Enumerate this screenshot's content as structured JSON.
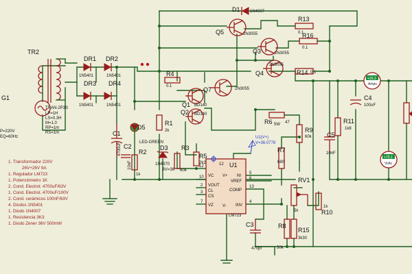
{
  "components": {
    "d1": {
      "ref": "D1",
      "value": "1N4007"
    },
    "r13": {
      "ref": "R13",
      "value": "0.1"
    },
    "q5": {
      "ref": "Q5",
      "value": "2N3055"
    },
    "r16": {
      "ref": "R16",
      "value": "0.1"
    },
    "q3": {
      "ref": "Q3",
      "value": "2N3055"
    },
    "q4": {
      "ref": "Q4",
      "value": "2N3055"
    },
    "r14": {
      "ref": "R14",
      "value": "0.1"
    },
    "tr2": {
      "ref": "TR2",
      "value": "TRAN-2P3S",
      "params": [
        "LP=1H",
        "LS=0.3H",
        "M=1.0",
        "RP=1m",
        "RS=1m"
      ]
    },
    "dr1": {
      "ref": "DR1",
      "value": "1N5401"
    },
    "dr2": {
      "ref": "DR2",
      "value": "1N5401"
    },
    "dr3": {
      "ref": "DR3",
      "value": "1N5401"
    },
    "dr4": {
      "ref": "DR4",
      "value": "1N5401"
    },
    "g1": {
      "ref": "G1",
      "params": [
        "P=220V",
        "EQ=60Hz"
      ]
    },
    "r4": {
      "ref": "R4",
      "value": "0.1"
    },
    "q7": {
      "ref": "Q7",
      "value": "2N3055"
    },
    "q1": {
      "ref": "Q1",
      "value": "BD140"
    },
    "q2": {
      "ref": "Q2",
      "value": "BD140"
    },
    "r1": {
      "ref": "R1",
      "value": "2k"
    },
    "d5": {
      "ref": "D5",
      "value": "LED-GREEN"
    },
    "c1": {
      "ref": "C1",
      "value": "4700uF"
    },
    "c2": {
      "ref": "C2",
      "value": "10nF"
    },
    "r2": {
      "ref": "R2",
      "value": "1k"
    },
    "d3": {
      "ref": "D3",
      "value": "1N4370",
      "extra": "BV=36"
    },
    "r3": {
      "ref": "R3",
      "value": "60k"
    },
    "r5": {
      "ref": "R5",
      "value": "2k2"
    },
    "r6": {
      "ref": "R6",
      "value": "5W",
      "extra": "47"
    },
    "r9": {
      "ref": "R9",
      "value": "60k"
    },
    "r7": {
      "ref": "R7",
      "value": "680"
    },
    "rv1": {
      "ref": "RV1",
      "value": "5k"
    },
    "r10": {
      "ref": "R10",
      "value": "1k"
    },
    "r8": {
      "ref": "R8",
      "value": "50k"
    },
    "r15": {
      "ref": "R15",
      "value": "3k30"
    },
    "c3": {
      "ref": "C3",
      "value": "470pf"
    },
    "c4": {
      "ref": "C4",
      "value": "100uF"
    },
    "c5": {
      "ref": "C5",
      "value": "10nF"
    },
    "r11": {
      "ref": "R11",
      "value": "1k8"
    },
    "u1": {
      "ref": "U1",
      "value": "LM723"
    }
  },
  "ic_pins": {
    "left": [
      {
        "num": "12",
        "name": "VC"
      },
      {
        "num": "10",
        "name": "VOUT"
      },
      {
        "num": "2",
        "name": "CL"
      },
      {
        "num": "3",
        "name": "CS"
      },
      {
        "num": "7",
        "name": "VZ"
      }
    ],
    "right": [
      {
        "num": "5",
        "name": "NI"
      },
      {
        "num": "6",
        "name": "VREF"
      },
      {
        "num": "13",
        "name": "COMP"
      },
      {
        "num": "4",
        "name": "INV"
      }
    ],
    "top": [
      {
        "num": "12",
        "name": "V+"
      }
    ],
    "bottom": [
      {
        "num": "",
        "name": "V-"
      }
    ]
  },
  "probe": {
    "label": "U1(V+)",
    "value": "V=36.0778"
  },
  "meters": {
    "ammeter": {
      "reading": "+26.3",
      "unit": "Amps"
    },
    "voltmeter": {
      "reading": "+75.1",
      "unit": "Volts"
    }
  },
  "notes": [
    "1. Transformador 220V",
    "26V+26V   9A",
    "1. Regulador LM723",
    "1. Potenciómetro 1K",
    "2. Cond. Electrol. 4700uF/63V",
    "1. Cond. Electrol. 4700uF/100V",
    "2. Cond. cerámicos 100nF/63V",
    "4. Diodos 1N5401",
    "1. Diodo 1N4007",
    "1. Resistencia 3K3",
    "1. Diodo Zener 36V 500mW"
  ],
  "colors": {
    "background": "#eeeedb",
    "wire": "#1f5e1f",
    "symbol": "#9a1b1b",
    "note_text": "#9a1b1b",
    "probe_text": "#2a3cc8",
    "ic_fill": "#f3dcc5",
    "meter_display": "#1d8f3a"
  }
}
